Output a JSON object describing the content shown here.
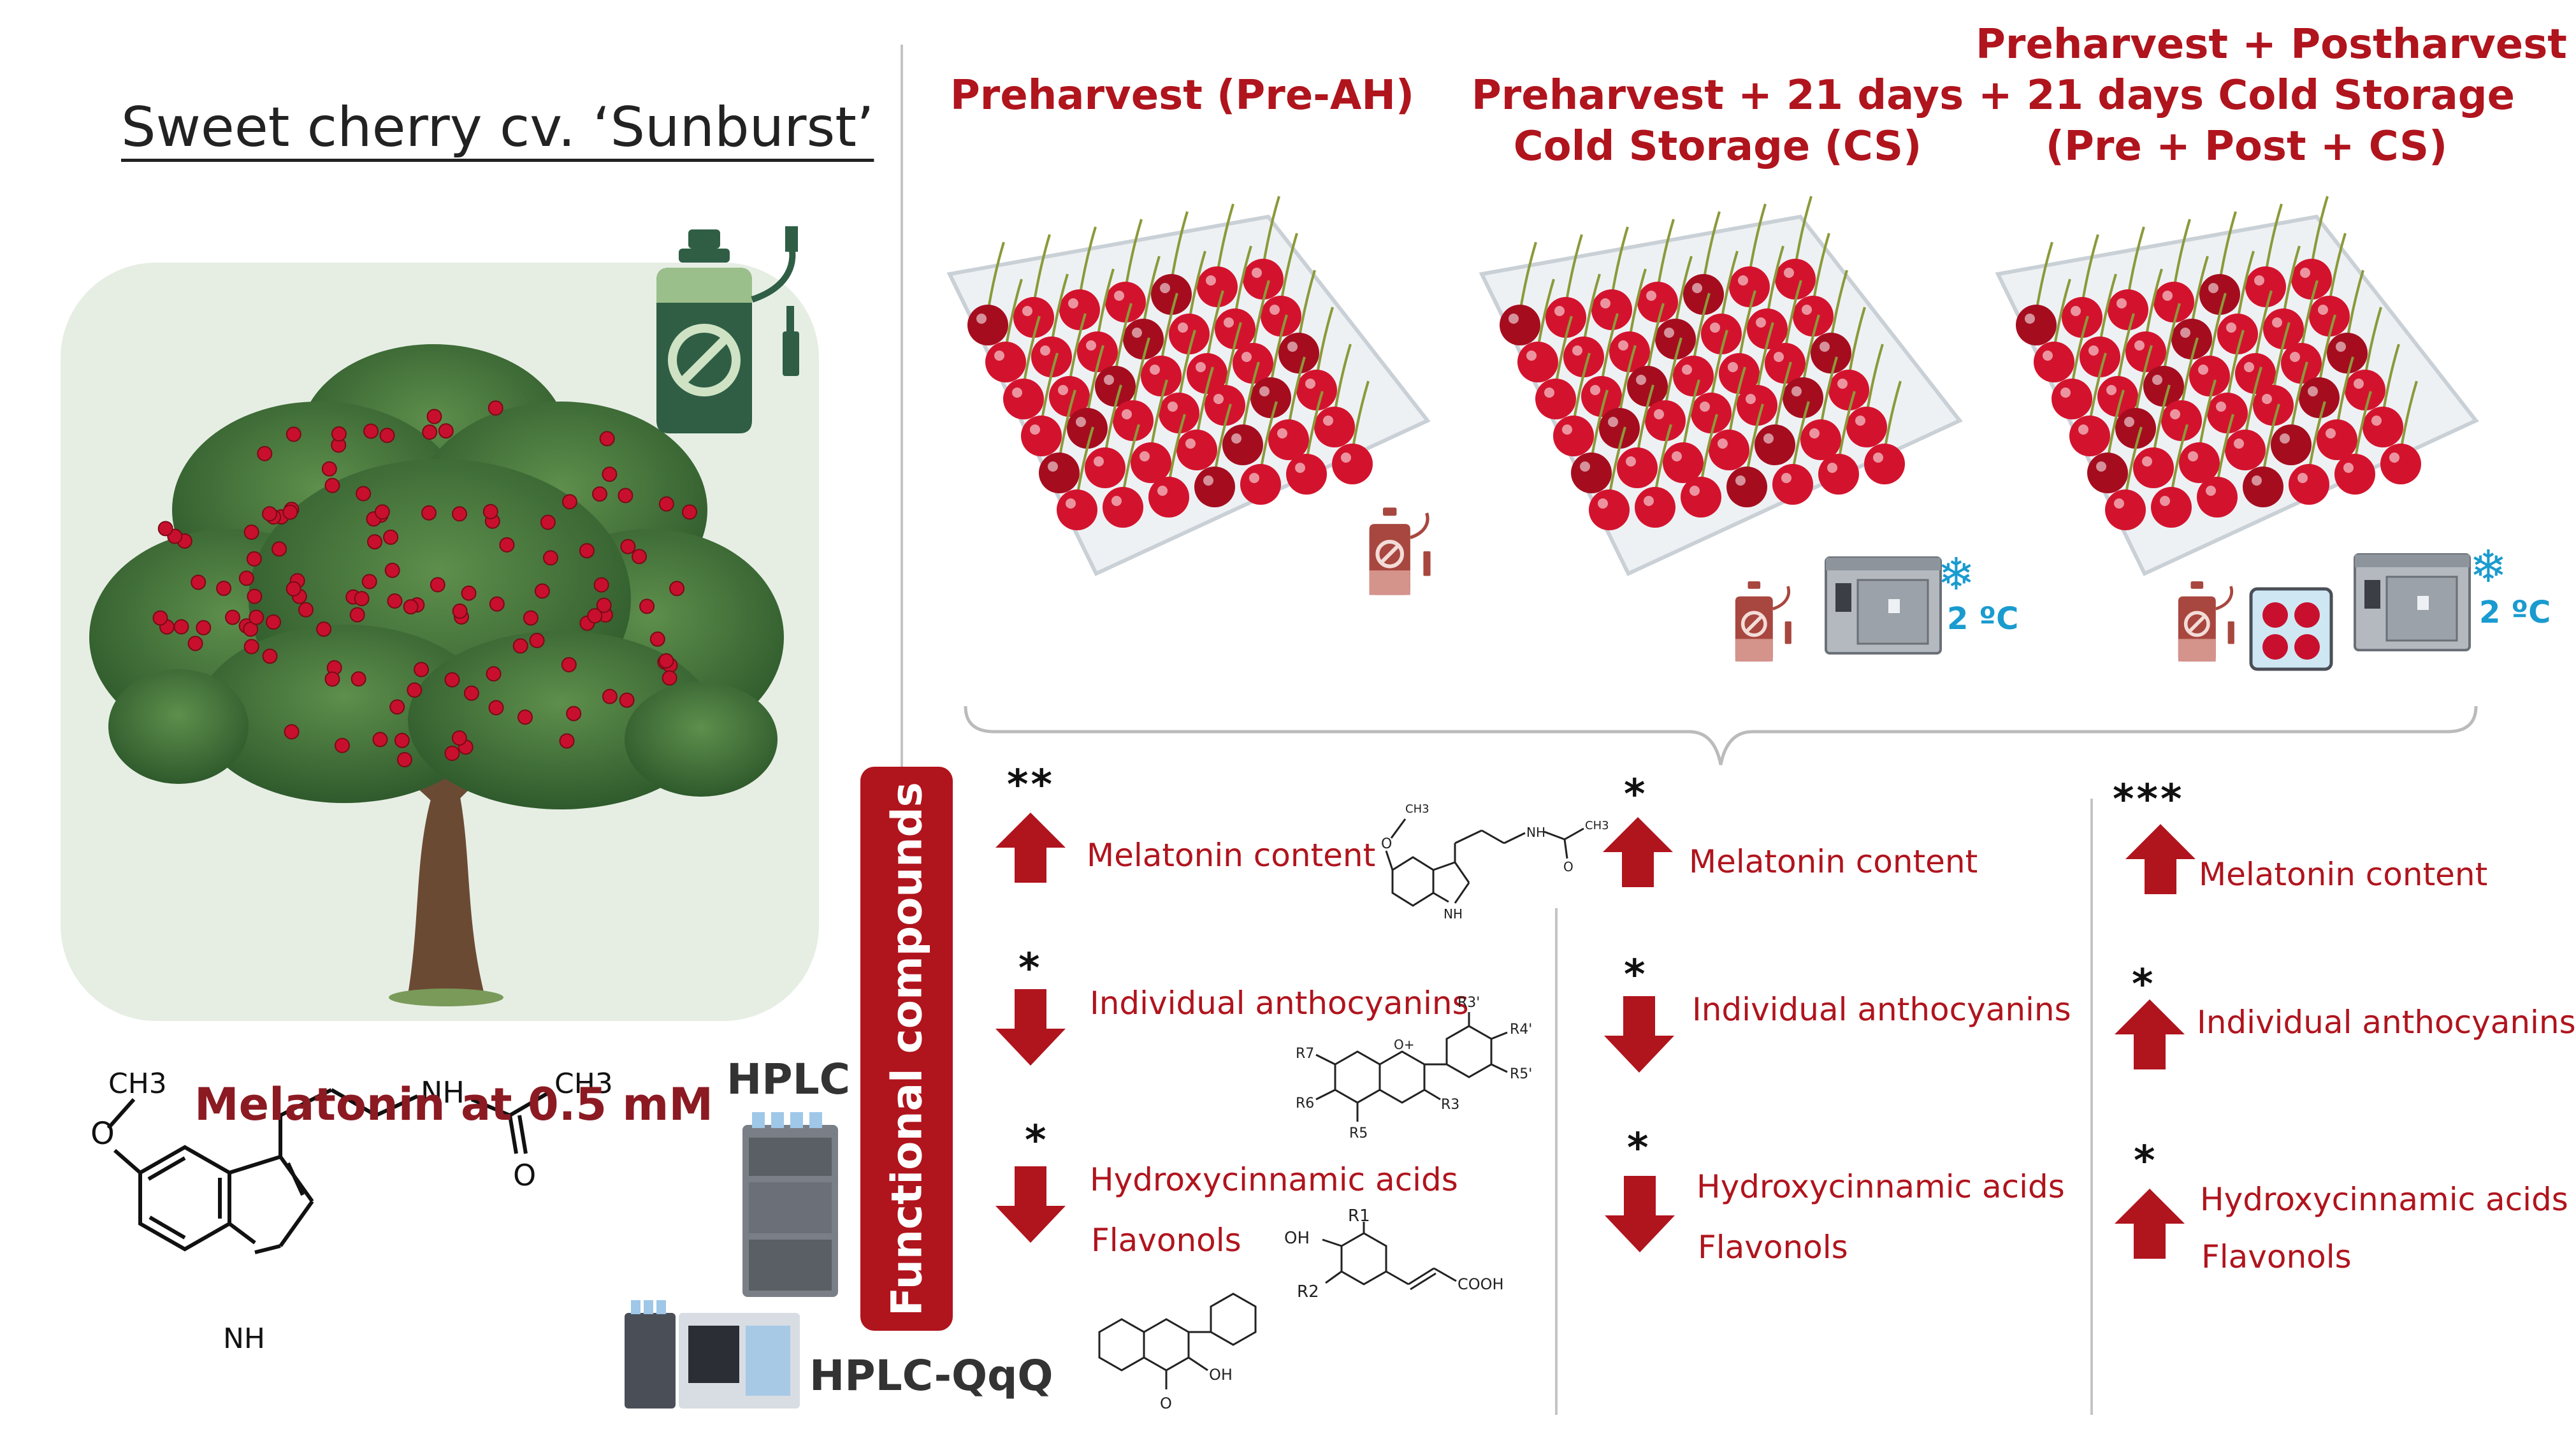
{
  "title": "Sweet cherry cv. ‘Sunburst’",
  "treatment": {
    "label": "Melatonin at 0.5 mM"
  },
  "methods": {
    "hplc": "HPLC",
    "hplc_qqq": "HPLC-QqQ"
  },
  "functional_label": "Functional compounds",
  "conditions": [
    {
      "title_lines": [
        "Preharvest (Pre-AH)"
      ]
    },
    {
      "title_lines": [
        "Preharvest + 21 days",
        "Cold Storage (CS)"
      ],
      "temp": "2 ºC"
    },
    {
      "title_lines": [
        "Preharvest + Postharvest",
        "+ 21 days Cold Storage",
        "(Pre + Post + CS)"
      ],
      "temp": "2 ºC"
    }
  ],
  "results": [
    [
      {
        "label": "Melatonin content",
        "direction": "up",
        "sig": "**"
      },
      {
        "label": "Individual anthocyanins",
        "direction": "down",
        "sig": "*"
      },
      {
        "label": "Hydroxycinnamic acids",
        "label2": "Flavonols",
        "direction": "down",
        "sig": "*"
      }
    ],
    [
      {
        "label": "Melatonin content",
        "direction": "up",
        "sig": "*"
      },
      {
        "label": "Individual anthocyanins",
        "direction": "down",
        "sig": "*"
      },
      {
        "label": "Hydroxycinnamic acids",
        "label2": "Flavonols",
        "direction": "down",
        "sig": "*"
      }
    ],
    [
      {
        "label": "Melatonin content",
        "direction": "up",
        "sig": "***"
      },
      {
        "label": "Individual anthocyanins",
        "direction": "up",
        "sig": "*"
      },
      {
        "label": "Hydroxycinnamic acids",
        "label2": "Flavonols",
        "direction": "up",
        "sig": "*"
      }
    ]
  ],
  "chem_labels": {
    "methoxy": "O",
    "ch3": "CH3",
    "nh": "NH",
    "nh_indole": "NH",
    "o": "O",
    "oh": "OH",
    "cooh": "COOH",
    "r1": "R1",
    "r2": "R2",
    "r3": "R3",
    "r3p": "R3'",
    "r4p": "R4'",
    "r5": "R5",
    "r5p": "R5'",
    "r6": "R6",
    "r7": "R7",
    "o_plus": "O+"
  },
  "colors": {
    "accent": "#b0141d",
    "sprayer_green": "#2f5e45",
    "sprayer_red": "#a8473f",
    "cold": "#1a9bcf"
  }
}
